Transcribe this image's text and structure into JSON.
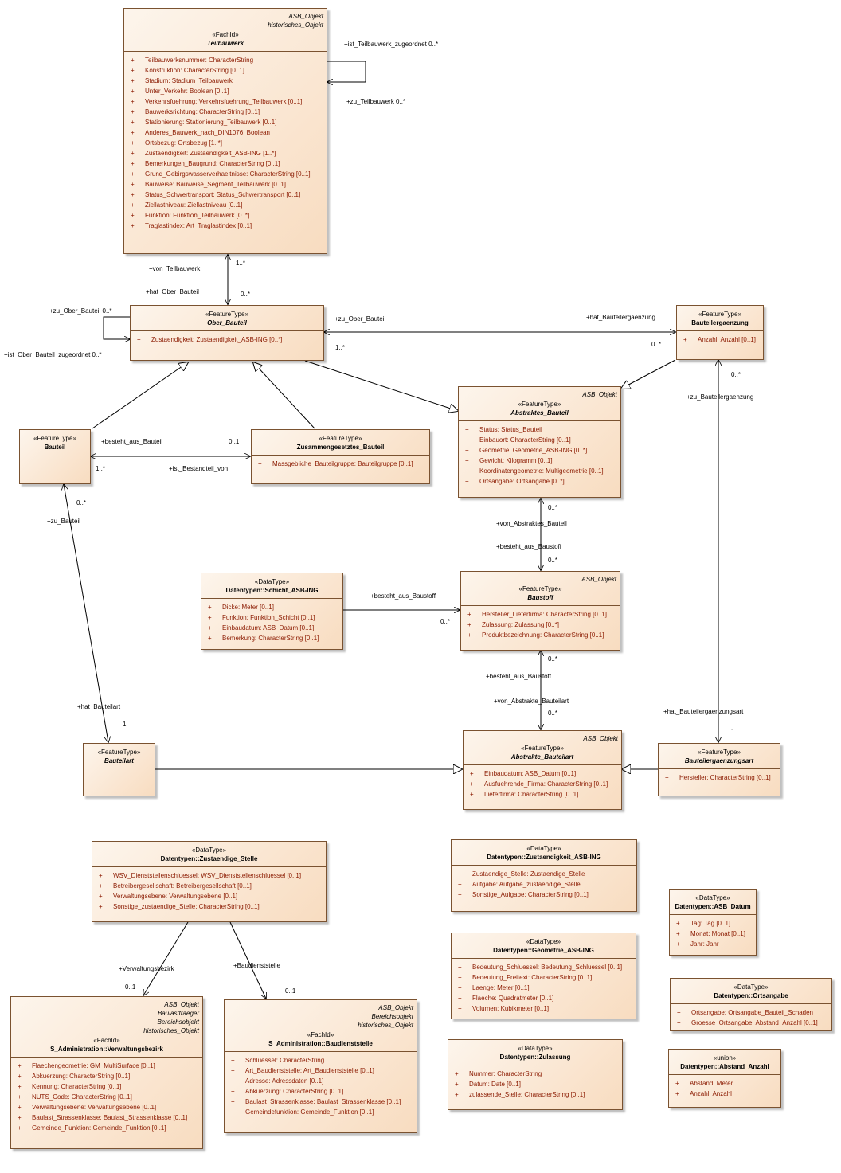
{
  "classes": [
    {
      "id": "teilbauwerk",
      "tags": [
        "ASB_Objekt",
        "historisches_Objekt"
      ],
      "stereo": "«FachId»",
      "name": "Teilbauwerk",
      "italic": true,
      "attrs": [
        "Teilbauwerksnummer: CharacterString",
        "Konstruktion: CharacterString [0..1]",
        "Stadium: Stadium_Teilbauwerk",
        "Unter_Verkehr: Boolean [0..1]",
        "Verkehrsfuehrung: Verkehrsfuehrung_Teilbauwerk [0..1]",
        "Bauwerksrichtung: CharacterString [0..1]",
        "Stationierung: Stationierung_Teilbauwerk [0..1]",
        "Anderes_Bauwerk_nach_DIN1076: Boolean",
        "Ortsbezug: Ortsbezug [1..*]",
        "Zustaendigkeit: Zustaendigkeit_ASB-ING [1..*]",
        "Bemerkungen_Baugrund: CharacterString [0..1]",
        "Grund_Gebirgswasserverhaeltnisse: CharacterString [0..1]",
        "Bauweise: Bauweise_Segment_Teilbauwerk [0..1]",
        "Status_Schwertransport: Status_Schwertransport [0..1]",
        "Ziellastniveau: Ziellastniveau [0..1]",
        "Funktion: Funktion_Teilbauwerk [0..*]",
        "Traglastindex: Art_Traglastindex [0..1]"
      ]
    },
    {
      "id": "ober-bauteil",
      "tags": [],
      "stereo": "«FeatureType»",
      "name": "Ober_Bauteil",
      "italic": true,
      "attrs": [
        "Zustaendigkeit: Zustaendigkeit_ASB-ING [0..*]"
      ]
    },
    {
      "id": "bauteilergaenzung",
      "tags": [],
      "stereo": "«FeatureType»",
      "name": "Bauteilergaenzung",
      "italic": false,
      "attrs": [
        "Anzahl: Anzahl [0..1]"
      ]
    },
    {
      "id": "bauteil",
      "tags": [],
      "stereo": "«FeatureType»",
      "name": "Bauteil",
      "italic": false,
      "attrs": []
    },
    {
      "id": "zusammengesetztes-bauteil",
      "tags": [],
      "stereo": "«FeatureType»",
      "name": "Zusammengesetztes_Bauteil",
      "italic": false,
      "attrs": [
        "Massgebliche_Bauteilgruppe: Bauteilgruppe [0..1]"
      ]
    },
    {
      "id": "abstraktes-bauteil",
      "tags": [
        "ASB_Objekt"
      ],
      "stereo": "«FeatureType»",
      "name": "Abstraktes_Bauteil",
      "italic": true,
      "attrs": [
        "Status: Status_Bauteil",
        "Einbauort: CharacterString [0..1]",
        "Geometrie: Geometrie_ASB-ING [0..*]",
        "Gewicht: Kilogramm [0..1]",
        "Koordinatengeometrie: Multigeometrie [0..1]",
        "Ortsangabe: Ortsangabe [0..*]"
      ]
    },
    {
      "id": "schicht-asb-ing",
      "tags": [],
      "stereo": "«DataType»",
      "name": "Datentypen::Schicht_ASB-ING",
      "italic": false,
      "attrs": [
        "Dicke: Meter [0..1]",
        "Funktion: Funktion_Schicht [0..1]",
        "Einbaudatum: ASB_Datum [0..1]",
        "Bemerkung: CharacterString [0..1]"
      ]
    },
    {
      "id": "baustoff",
      "tags": [
        "ASB_Objekt"
      ],
      "stereo": "«FeatureType»",
      "name": "Baustoff",
      "italic": true,
      "attrs": [
        "Hersteller_Lieferfirma: CharacterString [0..1]",
        "Zulassung: Zulassung [0..*]",
        "Produktbezeichnung: CharacterString [0..1]"
      ]
    },
    {
      "id": "bauteilart",
      "tags": [],
      "stereo": "«FeatureType»",
      "name": "Bauteilart",
      "italic": true,
      "attrs": []
    },
    {
      "id": "abstrakte-bauteilart",
      "tags": [
        "ASB_Objekt"
      ],
      "stereo": "«FeatureType»",
      "name": "Abstrakte_Bauteilart",
      "italic": true,
      "attrs": [
        "Einbaudatum: ASB_Datum [0..1]",
        "Ausfuehrende_Firma: CharacterString [0..1]",
        "Lieferfirma: CharacterString [0..1]"
      ]
    },
    {
      "id": "bauteilergaenzungsart",
      "tags": [],
      "stereo": "«FeatureType»",
      "name": "Bauteilergaenzungsart",
      "italic": true,
      "attrs": [
        "Hersteller: CharacterString [0..1]"
      ]
    },
    {
      "id": "zustaendige-stelle",
      "tags": [],
      "stereo": "«DataType»",
      "name": "Datentypen::Zustaendige_Stelle",
      "italic": false,
      "attrs": [
        "WSV_Dienststellenschluessel: WSV_Dienststellenschluessel [0..1]",
        "Betreibergesellschaft: Betreibergesellschaft [0..1]",
        "Verwaltungsebene: Verwaltungsebene [0..1]",
        "Sonstige_zustaendige_Stelle: CharacterString [0..1]"
      ]
    },
    {
      "id": "zustaendigkeit-asb-ing",
      "tags": [],
      "stereo": "«DataType»",
      "name": "Datentypen::Zustaendigkeit_ASB-ING",
      "italic": false,
      "attrs": [
        "Zustaendige_Stelle: Zustaendige_Stelle",
        "Aufgabe: Aufgabe_zustaendige_Stelle",
        "Sonstige_Aufgabe: CharacterString [0..1]"
      ]
    },
    {
      "id": "asb-datum",
      "tags": [],
      "stereo": "«DataType»",
      "name": "Datentypen::ASB_Datum",
      "italic": false,
      "attrs": [
        "Tag: Tag [0..1]",
        "Monat: Monat [0..1]",
        "Jahr: Jahr"
      ]
    },
    {
      "id": "geometrie-asb-ing",
      "tags": [],
      "stereo": "«DataType»",
      "name": "Datentypen::Geometrie_ASB-ING",
      "italic": false,
      "attrs": [
        "Bedeutung_Schluessel: Bedeutung_Schluessel [0..1]",
        "Bedeutung_Freitext: CharacterString [0..1]",
        "Laenge: Meter [0..1]",
        "Flaeche: Quadratmeter [0..1]",
        "Volumen: Kubikmeter [0..1]"
      ]
    },
    {
      "id": "ortsangabe",
      "tags": [],
      "stereo": "«DataType»",
      "name": "Datentypen::Ortsangabe",
      "italic": false,
      "attrs": [
        "Ortsangabe: Ortsangabe_Bauteil_Schaden",
        "Groesse_Ortsangabe: Abstand_Anzahl [0..1]"
      ]
    },
    {
      "id": "verwaltungsbezirk",
      "tags": [
        "ASB_Objekt",
        "Baulasttraeger",
        "Bereichsobjekt",
        "historisches_Objekt"
      ],
      "stereo": "«FachId»",
      "name": "S_Administration::Verwaltungsbezirk",
      "italic": false,
      "attrs": [
        "Flaechengeometrie: GM_MultiSurface [0..1]",
        "Abkuerzung: CharacterString [0..1]",
        "Kennung: CharacterString [0..1]",
        "NUTS_Code: CharacterString [0..1]",
        "Verwaltungsebene: Verwaltungsebene [0..1]",
        "Baulast_Strassenklasse: Baulast_Strassenklasse [0..1]",
        "Gemeinde_Funktion: Gemeinde_Funktion [0..1]"
      ]
    },
    {
      "id": "baudienststelle",
      "tags": [
        "ASB_Objekt",
        "Bereichsobjekt",
        "historisches_Objekt"
      ],
      "stereo": "«FachId»",
      "name": "S_Administration::Baudienststelle",
      "italic": false,
      "attrs": [
        "Schluessel: CharacterString",
        "Art_Baudienststelle: Art_Baudienststelle [0..1]",
        "Adresse: Adressdaten [0..1]",
        "Abkuerzung: CharacterString [0..1]",
        "Baulast_Strassenklasse: Baulast_Strassenklasse [0..1]",
        "Gemeindefunktion: Gemeinde_Funktion [0..1]"
      ]
    },
    {
      "id": "zulassung",
      "tags": [],
      "stereo": "«DataType»",
      "name": "Datentypen::Zulassung",
      "italic": false,
      "attrs": [
        "Nummer: CharacterString",
        "Datum: Date [0..1]",
        "zulassende_Stelle: CharacterString [0..1]"
      ]
    },
    {
      "id": "abstand-anzahl",
      "tags": [],
      "stereo": "«union»",
      "name": "Datentypen::Abstand_Anzahl",
      "italic": false,
      "attrs": [
        "Abstand: Meter",
        "Anzahl: Anzahl"
      ]
    }
  ],
  "labels": [
    {
      "id": "l1",
      "text": "+ist_Teilbauwerk_zugeordnet 0..*"
    },
    {
      "id": "l2",
      "text": "+zu_Teilbauwerk 0..*"
    },
    {
      "id": "l3",
      "text": "+von_Teilbauwerk"
    },
    {
      "id": "l4",
      "text": "1..*"
    },
    {
      "id": "l5",
      "text": "+hat_Ober_Bauteil"
    },
    {
      "id": "l6",
      "text": "0..*"
    },
    {
      "id": "l7",
      "text": "+zu_Ober_Bauteil 0..*"
    },
    {
      "id": "l8",
      "text": "+ist_Ober_Bauteil_zugeordnet 0..*"
    },
    {
      "id": "l9",
      "text": "+zu_Ober_Bauteil"
    },
    {
      "id": "l10",
      "text": "1..*"
    },
    {
      "id": "l11",
      "text": "+hat_Bauteilergaenzung"
    },
    {
      "id": "l12",
      "text": "0..*"
    },
    {
      "id": "l13",
      "text": "0..*"
    },
    {
      "id": "l14",
      "text": "+zu_Bauteilergaenzung"
    },
    {
      "id": "l15",
      "text": "+besteht_aus_Bauteil"
    },
    {
      "id": "l16",
      "text": "0..1"
    },
    {
      "id": "l17",
      "text": "1..*"
    },
    {
      "id": "l18",
      "text": "+ist_Bestandteil_von"
    },
    {
      "id": "l19",
      "text": "0..*"
    },
    {
      "id": "l20",
      "text": "+zu_Bauteil"
    },
    {
      "id": "l21",
      "text": "0..*"
    },
    {
      "id": "l22",
      "text": "+von_Abstraktes_Bauteil"
    },
    {
      "id": "l23",
      "text": "+besteht_aus_Baustoff"
    },
    {
      "id": "l24",
      "text": "0..*"
    },
    {
      "id": "l25",
      "text": "+besteht_aus_Baustoff"
    },
    {
      "id": "l26",
      "text": "0..*"
    },
    {
      "id": "l27",
      "text": "0..*"
    },
    {
      "id": "l28",
      "text": "+besteht_aus_Baustoff"
    },
    {
      "id": "l29",
      "text": "+von_Abstrakte_Bauteilart"
    },
    {
      "id": "l30",
      "text": "0..*"
    },
    {
      "id": "l31",
      "text": "+hat_Bauteilart"
    },
    {
      "id": "l32",
      "text": "1"
    },
    {
      "id": "l33",
      "text": "+hat_Bauteilergaenzungsart"
    },
    {
      "id": "l34",
      "text": "1"
    },
    {
      "id": "l35",
      "text": "+Verwaltungsbezirk"
    },
    {
      "id": "l36",
      "text": "0..1"
    },
    {
      "id": "l37",
      "text": "+Baudienststelle"
    },
    {
      "id": "l38",
      "text": "0..1"
    }
  ]
}
